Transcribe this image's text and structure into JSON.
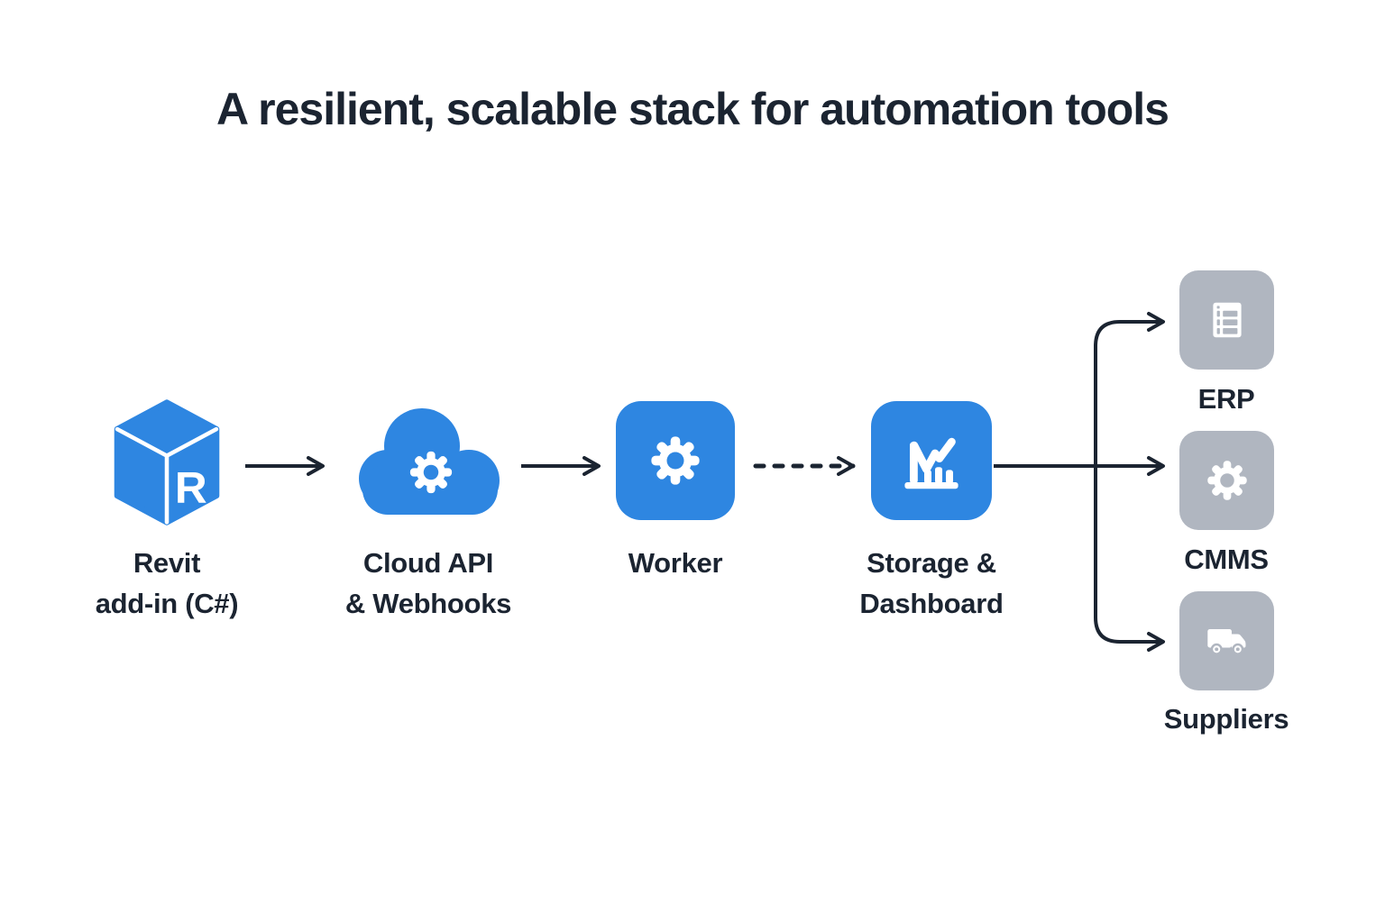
{
  "title": "A resilient, scalable stack for automation tools",
  "colors": {
    "accent_blue": "#2e86e1",
    "muted_gray": "#b0b6c0",
    "ink": "#1b2431",
    "background": "#ffffff",
    "icon_white": "#ffffff"
  },
  "nodes": {
    "revit": {
      "label": "Revit\nadd-in (C#)",
      "icon": "revit-cube-icon"
    },
    "cloud_api": {
      "label": "Cloud API\n& Webhooks",
      "icon": "cloud-gear-icon"
    },
    "worker": {
      "label": "Worker",
      "icon": "gear-icon"
    },
    "storage": {
      "label": "Storage &\nDashboard",
      "icon": "bar-line-chart-icon"
    },
    "erp": {
      "label": "ERP",
      "icon": "list-icon"
    },
    "cmms": {
      "label": "CMMS",
      "icon": "gear-icon"
    },
    "suppliers": {
      "label": "Suppliers",
      "icon": "truck-icon"
    }
  },
  "connections": [
    {
      "from": "revit",
      "to": "cloud_api",
      "style": "solid-arrow"
    },
    {
      "from": "cloud_api",
      "to": "worker",
      "style": "solid-arrow"
    },
    {
      "from": "worker",
      "to": "storage",
      "style": "dashed-arrow"
    },
    {
      "from": "storage",
      "to": "erp",
      "style": "solid-arrow"
    },
    {
      "from": "storage",
      "to": "cmms",
      "style": "solid-arrow"
    },
    {
      "from": "storage",
      "to": "suppliers",
      "style": "solid-arrow"
    }
  ]
}
